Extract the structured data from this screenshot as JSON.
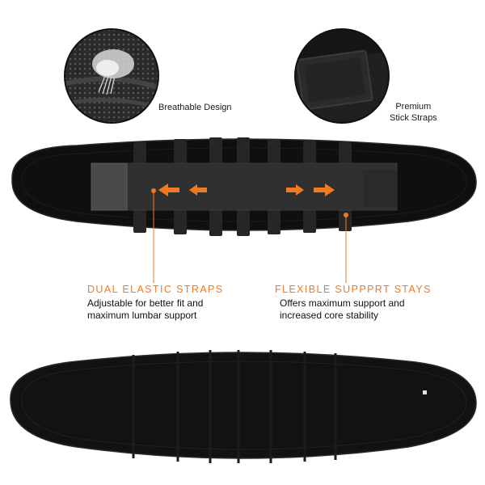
{
  "features": {
    "breathable": {
      "label": "Breathable Design"
    },
    "stick_straps": {
      "line1": "Premium",
      "line2": "Stick Straps"
    },
    "elastic_straps": {
      "heading": "DUAL ELASTIC STRAPS",
      "desc_line1": "Adjustable for better fit and",
      "desc_line2": "maximum lumbar support"
    },
    "support_stays": {
      "heading": "FLEXIBLE SUPPPRT STAYS",
      "desc_line1": "Offers maximum support and",
      "desc_line2": "increased core stability"
    }
  },
  "colors": {
    "accent": "#f07a22",
    "belt": "#111111",
    "text": "#111111"
  },
  "icons": [
    "mesh-closeup-icon",
    "velcro-closeup-icon",
    "arrow-left-icon",
    "arrow-right-icon"
  ]
}
